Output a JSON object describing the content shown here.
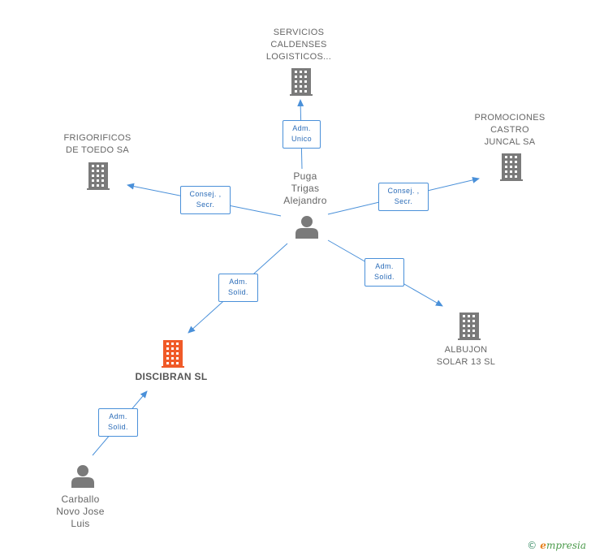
{
  "nodes": {
    "servicios": {
      "lines": [
        "SERVICIOS",
        "CALDENSES",
        "LOGISTICOS..."
      ],
      "kind": "company"
    },
    "frigorificos": {
      "lines": [
        "FRIGORIFICOS",
        "DE TOEDO SA"
      ],
      "kind": "company"
    },
    "promociones": {
      "lines": [
        "PROMOCIONES",
        "CASTRO",
        "JUNCAL SA"
      ],
      "kind": "company"
    },
    "puga": {
      "lines": [
        "Puga",
        "Trigas",
        "Alejandro"
      ],
      "kind": "person"
    },
    "discibran": {
      "lines": [
        "DISCIBRAN SL"
      ],
      "kind": "company",
      "focus": true
    },
    "albujon": {
      "lines": [
        "ALBUJON",
        "SOLAR 13 SL"
      ],
      "kind": "company"
    },
    "carballo": {
      "lines": [
        "Carballo",
        "Novo Jose",
        "Luis"
      ],
      "kind": "person"
    }
  },
  "edges": {
    "puga_servicios": {
      "lines": [
        "Adm.",
        "Unico"
      ]
    },
    "puga_frigorificos": {
      "lines": [
        "Consej. ,",
        "Secr."
      ]
    },
    "puga_promociones": {
      "lines": [
        "Consej. ,",
        "Secr."
      ]
    },
    "puga_discibran": {
      "lines": [
        "Adm.",
        "Solid."
      ]
    },
    "puga_albujon": {
      "lines": [
        "Adm.",
        "Solid."
      ]
    },
    "carballo_discibran": {
      "lines": [
        "Adm.",
        "Solid."
      ]
    }
  },
  "colors": {
    "edge": "#4a90d9",
    "company_icon": "#7a7a7a",
    "focus_icon": "#f05a28",
    "person_icon": "#7a7a7a"
  },
  "footer": {
    "copyright": "©",
    "brand_initial": "e",
    "brand_rest": "mpresia"
  }
}
